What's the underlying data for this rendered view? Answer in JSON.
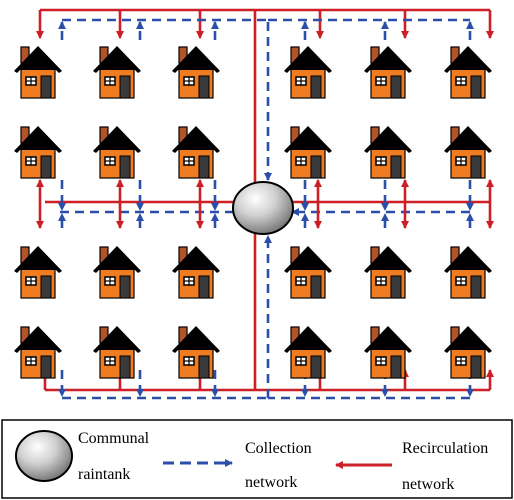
{
  "legend": {
    "tank_label_line1": "Communal",
    "tank_label_line2": "raintank",
    "collection_label_line1": "Collection",
    "collection_label_line2": "network",
    "recirculation_label_line1": "Recirculation",
    "recirculation_label_line2": "network"
  },
  "layout": {
    "house_rows": 4,
    "house_columns": 6,
    "house_count": 24
  },
  "colors": {
    "recirculation": "#cc1f26",
    "collection": "#2b4fa8",
    "house_body": "#f07c22",
    "roof": "#000000",
    "chimney": "#b0552a",
    "door": "#3a3a3a",
    "background": "#ffffff"
  },
  "icons": {
    "house": "house-icon",
    "tank": "raintank-icon"
  }
}
